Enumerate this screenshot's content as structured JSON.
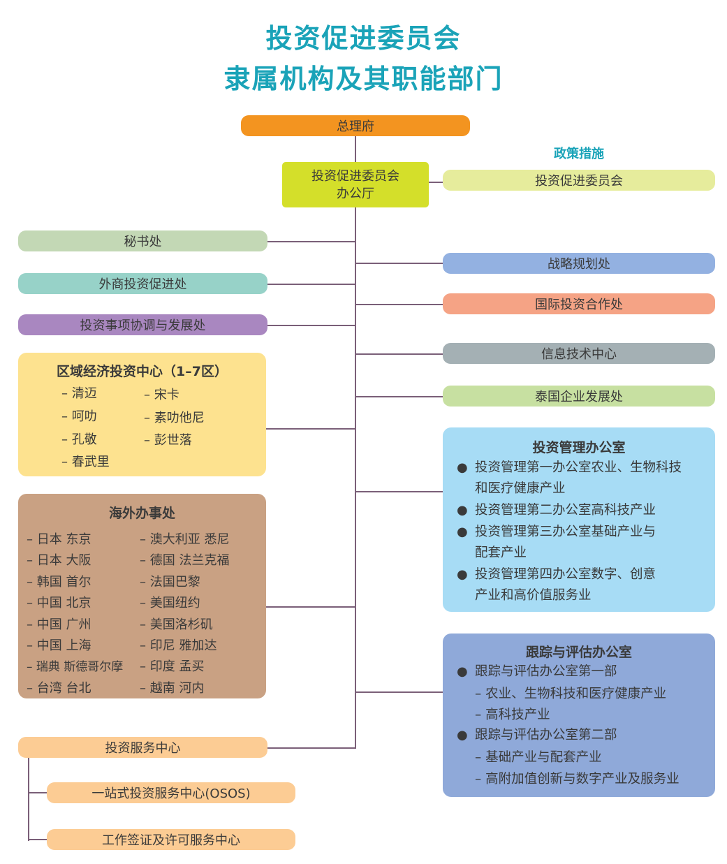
{
  "title_line1": "投资促进委员会",
  "title_line2": "隶属机构及其职能部门",
  "top": "总理府",
  "office": {
    "line1": "投资促进委员会",
    "line2": "办公厅"
  },
  "policy_heading": "政策措施",
  "policy_board": "投资促进委员会",
  "left_pills": [
    "秘书处",
    "外商投资促进处",
    "投资事项协调与发展处"
  ],
  "right_pills": [
    "战略规划处",
    "国际投资合作处",
    "信息技术中心",
    "泰国企业发展处"
  ],
  "regional": {
    "title": "区域经济投资中心（1–7区）",
    "col1": [
      "– 清迈",
      "– 呵叻",
      "– 孔敬",
      "– 春武里"
    ],
    "col2": [
      "– 宋卡",
      "– 素叻他尼",
      "– 彭世落"
    ]
  },
  "overseas": {
    "title": "海外办事处",
    "col1": [
      "– 日本 东京",
      "– 日本 大阪",
      "– 韩国 首尔",
      "– 中国 北京",
      "– 中国 广州",
      "– 中国 上海",
      "– 瑞典 斯德哥尔摩",
      "– 台湾 台北"
    ],
    "col2": [
      "– 澳大利亚 悉尼",
      "– 德国 法兰克福",
      "– 法国巴黎",
      "– 美国纽约",
      "– 美国洛杉矶",
      "– 印尼 雅加达",
      "– 印度 孟买",
      "– 越南 河内"
    ]
  },
  "investment_mgmt": {
    "title": "投资管理办公室",
    "bullet": "●",
    "items": [
      {
        "line1": "投资管理第一办公室农业、生物科技",
        "line2": "和医疗健康产业"
      },
      {
        "line1": "投资管理第二办公室高科技产业",
        "line2": ""
      },
      {
        "line1": "投资管理第三办公室基础产业与",
        "line2": "配套产业"
      },
      {
        "line1": "投资管理第四办公室数字、创意",
        "line2": "产业和高价值服务业"
      }
    ]
  },
  "tracking": {
    "title": "跟踪与评估办公室",
    "bullet": "●",
    "dept1": "跟踪与评估办公室第一部",
    "dept1_subs": [
      "– 农业、生物科技和医疗健康产业",
      "– 高科技产业"
    ],
    "dept2": "跟踪与评估办公室第二部",
    "dept2_subs": [
      "– 基础产业与配套产业",
      "– 高附加值创新与数字产业及服务业"
    ]
  },
  "service_center": "投资服务中心",
  "service_subs": [
    "一站式投资服务中心(OSOS)",
    "工作签证及许可服务中心"
  ],
  "colors": {
    "title": "#1aa3b8",
    "top": "#f39420",
    "office": "#d4df2a",
    "policy": "#e6ec9c",
    "secretariat": "#c3d8b5",
    "foreign": "#97d2c8",
    "coordination": "#a987c0",
    "strategy": "#93b1e1",
    "intl": "#f5a385",
    "it": "#a4b0b4",
    "thai": "#c7e0a1",
    "regional": "#fde28f",
    "overseas": "#c9a183",
    "invest_mgmt": "#a7dcf5",
    "tracking": "#8fa9d9",
    "service": "#fccc94",
    "line": "#7a5f78"
  }
}
